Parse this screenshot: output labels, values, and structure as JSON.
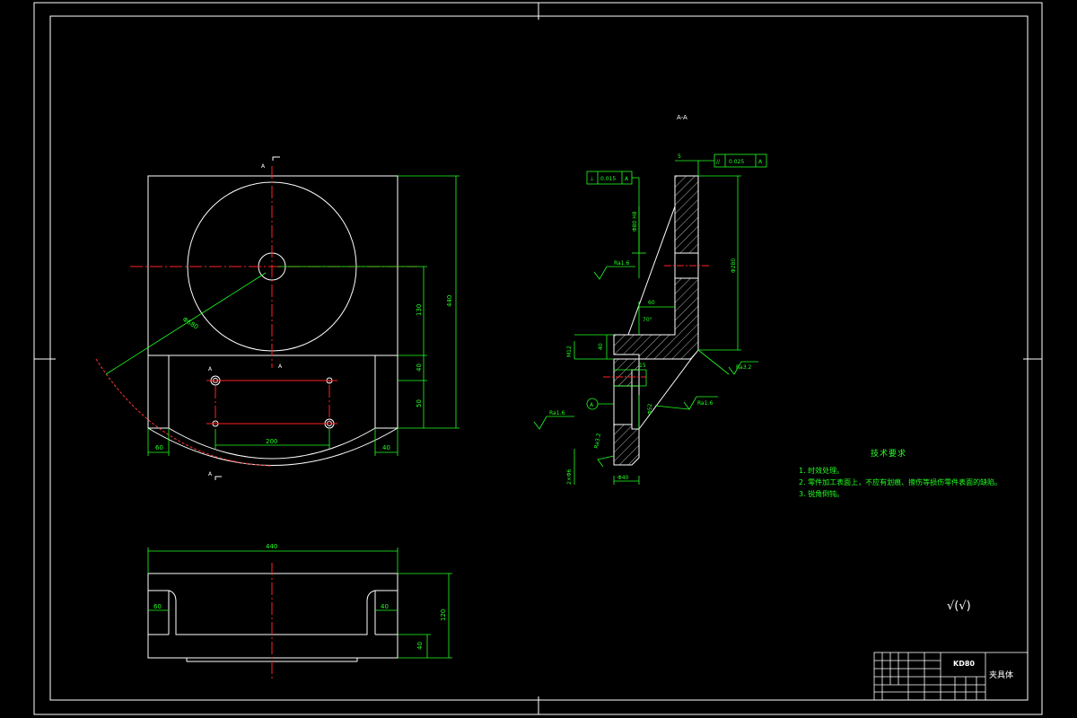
{
  "drawing": {
    "section_label": "A-A",
    "section_marker": "A",
    "views": {
      "top": {
        "dim_diameter": "Φ680",
        "dim_height_total": "440",
        "dim_v1": "130",
        "dim_v2": "40",
        "dim_v3": "50",
        "dim_holes_span": "200",
        "dim_left_foot": "60",
        "dim_right_foot": "40"
      },
      "front": {
        "dim_width": "440",
        "dim_left": "60",
        "dim_right": "40",
        "dim_height": "120",
        "dim_bottom": "40"
      },
      "section": {
        "tol1_sym": "⊥",
        "tol1_val": "0.015",
        "tol1_ref": "A",
        "tol2_sym": "//",
        "tol2_val": "0.025",
        "tol2_ref": "A",
        "dim_top": "5",
        "dim_bore": "Φ80 H8",
        "dim_outer": "Φ280",
        "dim_step": "60",
        "dim_angle": "70°",
        "dim_thread": "M12",
        "dim_h40": "40",
        "dim_d15": "15",
        "dim_d52": "Φ52",
        "dim_d40": "Φ40",
        "dim_holes": "2×Φ6",
        "rough_16a": "Ra1.6",
        "rough_32a": "Ra3.2",
        "rough_16b": "Ra1.6",
        "rough_16c": "Ra1.6",
        "rough_32b": "Ra3.2",
        "datum": "A"
      }
    }
  },
  "notes": {
    "title": "技术要求",
    "items": [
      "1. 时效处理。",
      "2. 零件加工表面上，不应有划痕、擦伤等损伤零件表面的缺陷。",
      "3. 锐角倒钝。"
    ]
  },
  "roughness_symbol": "√(√)",
  "title_block": {
    "code": "KD80",
    "name": "夹具体"
  }
}
